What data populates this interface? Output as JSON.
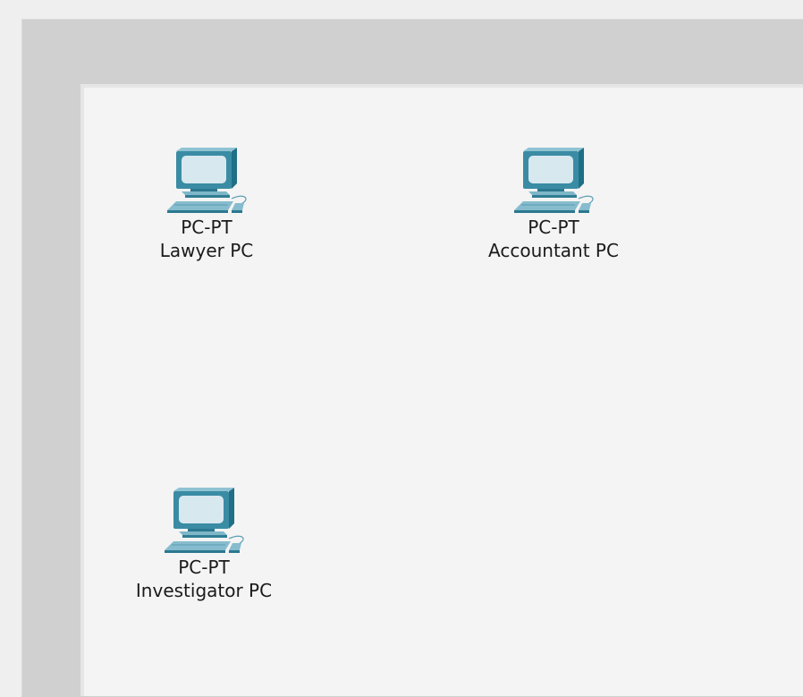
{
  "workspace": {
    "devices": [
      {
        "model": "PC-PT",
        "name": "Lawyer PC",
        "icon": "pc-icon"
      },
      {
        "model": "PC-PT",
        "name": "Accountant PC",
        "icon": "pc-icon"
      },
      {
        "model": "PC-PT",
        "name": "Investigator PC",
        "icon": "pc-icon"
      }
    ]
  }
}
